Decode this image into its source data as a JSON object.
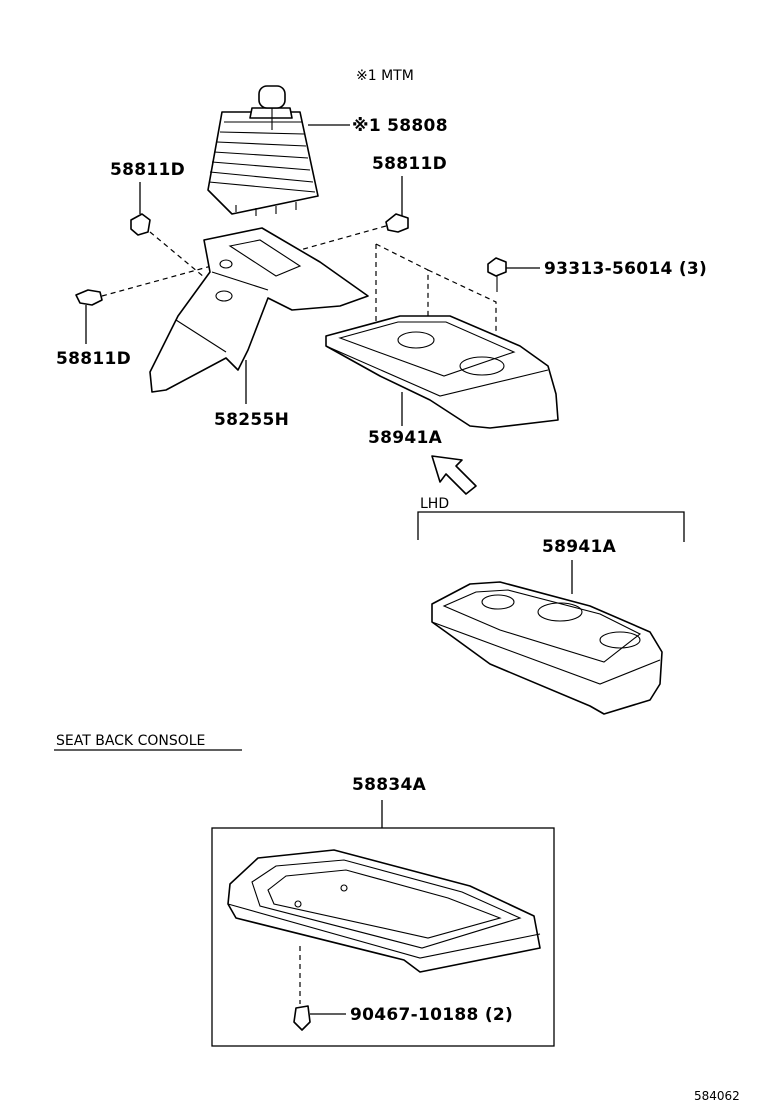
{
  "labels": {
    "note_mtm": "※1 MTM",
    "part_58808": "※1 58808",
    "part_58811d_top_left": "58811D",
    "part_58811d_top_right": "58811D",
    "part_58811d_left": "58811D",
    "part_93313": "93313-56014 (3)",
    "part_58255h": "58255H",
    "part_58941a_upper": "58941A",
    "lhd": "LHD",
    "part_58941a_lower": "58941A",
    "section_title": "SEAT BACK CONSOLE",
    "part_58834a": "58834A",
    "part_90467": "90467-10188 (2)",
    "figure_number": "584062"
  }
}
